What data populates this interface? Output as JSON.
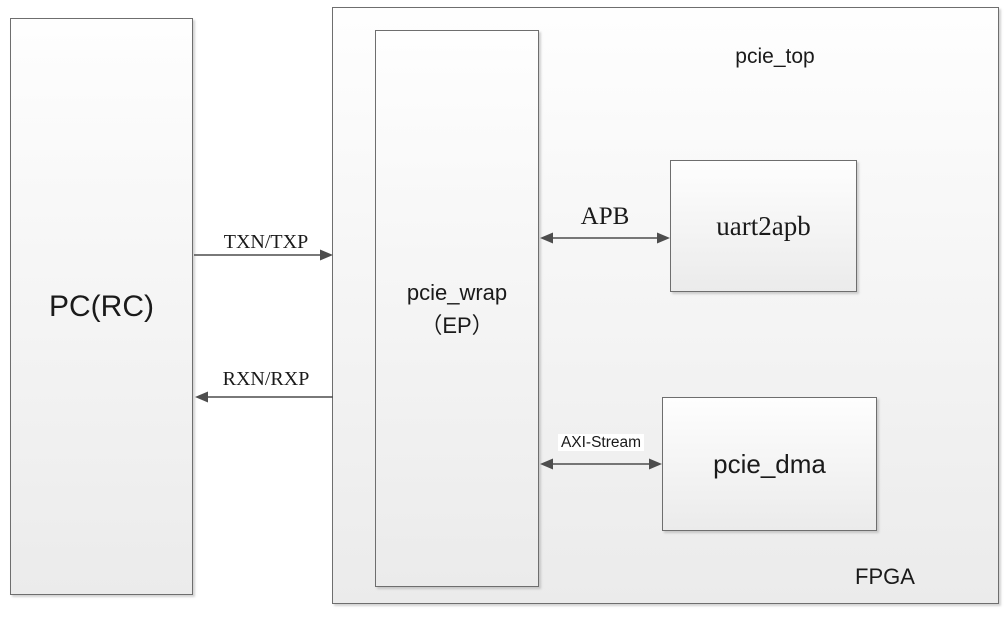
{
  "diagram": {
    "container": {
      "title": "pcie_top",
      "footer": "FPGA"
    },
    "nodes": {
      "pc": {
        "label": "PC(RC)"
      },
      "pcie_wrap": {
        "line1": "pcie_wrap",
        "line2": "（EP）"
      },
      "uart2apb": {
        "label": "uart2apb"
      },
      "pcie_dma": {
        "label": "pcie_dma"
      }
    },
    "connections": [
      {
        "label": "TXN/TXP",
        "from": "PC(RC)",
        "to": "pcie_top",
        "arrow": "right"
      },
      {
        "label": "RXN/RXP",
        "from": "pcie_top",
        "to": "PC(RC)",
        "arrow": "left"
      },
      {
        "label": "APB",
        "from": "pcie_wrap",
        "to": "uart2apb",
        "arrow": "both"
      },
      {
        "label": "AXI-Stream",
        "from": "pcie_wrap",
        "to": "pcie_dma",
        "arrow": "both"
      }
    ],
    "colors": {
      "box_border": "#6e6e6e",
      "arrow": "#4d4d4d",
      "text": "#1a1a1a",
      "box_fill_top": "#fefefe",
      "box_fill_bottom": "#ebebeb"
    }
  }
}
